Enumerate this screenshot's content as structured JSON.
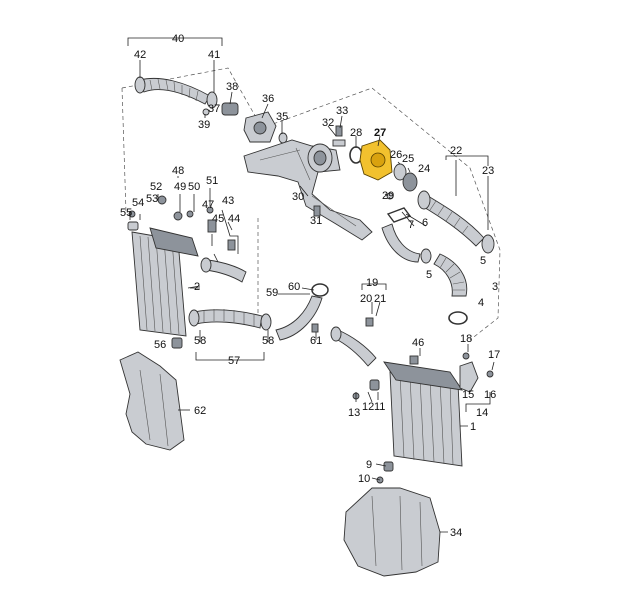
{
  "highlight_color": "#f2c12e",
  "labels": {
    "p1": "1",
    "p2": "2",
    "p3": "3",
    "p4": "4",
    "p5": "5",
    "p6": "6",
    "p7": "7",
    "p9": "9",
    "p10": "10",
    "p11": "11",
    "p12": "12",
    "p13": "13",
    "p14": "14",
    "p15": "15",
    "p16": "16",
    "p17": "17",
    "p18": "18",
    "p19": "19",
    "p20": "20",
    "p21": "21",
    "p22": "22",
    "p23": "23",
    "p25": "25",
    "p26": "26",
    "p27": "27",
    "p28": "28",
    "p29": "29",
    "p30": "30",
    "p31": "31",
    "p32": "32",
    "p33": "33",
    "p34": "34",
    "p35": "35",
    "p36": "36",
    "p37": "37",
    "p38": "38",
    "p39": "39",
    "p40": "40",
    "p41": "41",
    "p42": "42",
    "p43": "43",
    "p44": "44",
    "p45": "45",
    "p46": "46",
    "p47": "47",
    "p48": "48",
    "p49": "49",
    "p50": "50",
    "p51": "51",
    "p52": "52",
    "p53": "53",
    "p54": "54",
    "p55": "55",
    "p56": "56",
    "p57": "57",
    "p58a": "58",
    "p58b": "58",
    "p59": "59",
    "p60": "60",
    "p61": "61",
    "p62": "62"
  }
}
